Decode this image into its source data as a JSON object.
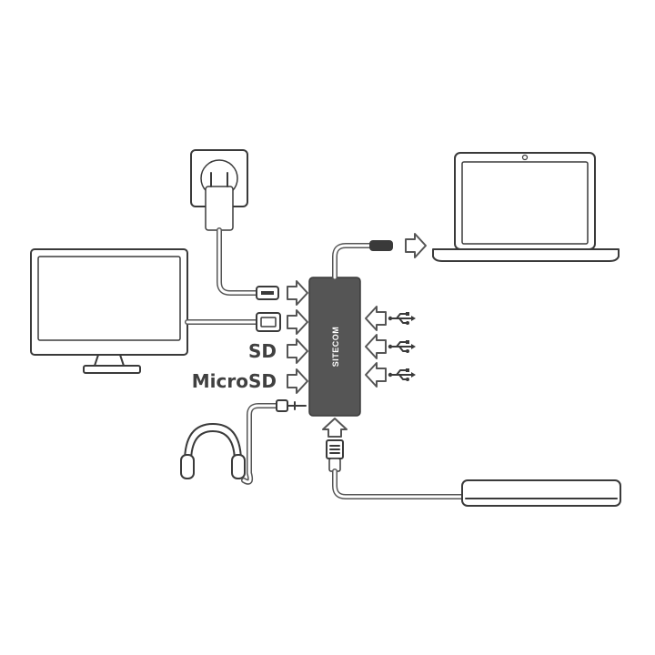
{
  "hub": {
    "brand": "SITECOM",
    "color": "#555555"
  },
  "labels": {
    "sd": "SD",
    "microsd": "MicroSD"
  },
  "devices": {
    "monitor_icon": "monitor-icon",
    "laptop_icon": "laptop-icon",
    "power_icon": "power-outlet-icon",
    "headphones_icon": "headphones-icon",
    "router_icon": "router-icon",
    "usb_icon": "usb-icon"
  },
  "colors": {
    "stroke": "#3a3a3a",
    "hub_body": "#555555",
    "label_text": "#404040"
  }
}
